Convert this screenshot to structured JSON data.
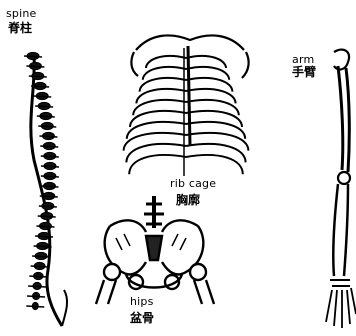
{
  "labels": {
    "spine": {
      "en": "spine",
      "zh": "脊柱"
    },
    "rib_cage": {
      "en": "rib cage",
      "zh": "胸廓"
    },
    "hips": {
      "en": "hips",
      "zh": "盆骨"
    },
    "arm": {
      "en": "arm",
      "zh": "手臂"
    }
  }
}
